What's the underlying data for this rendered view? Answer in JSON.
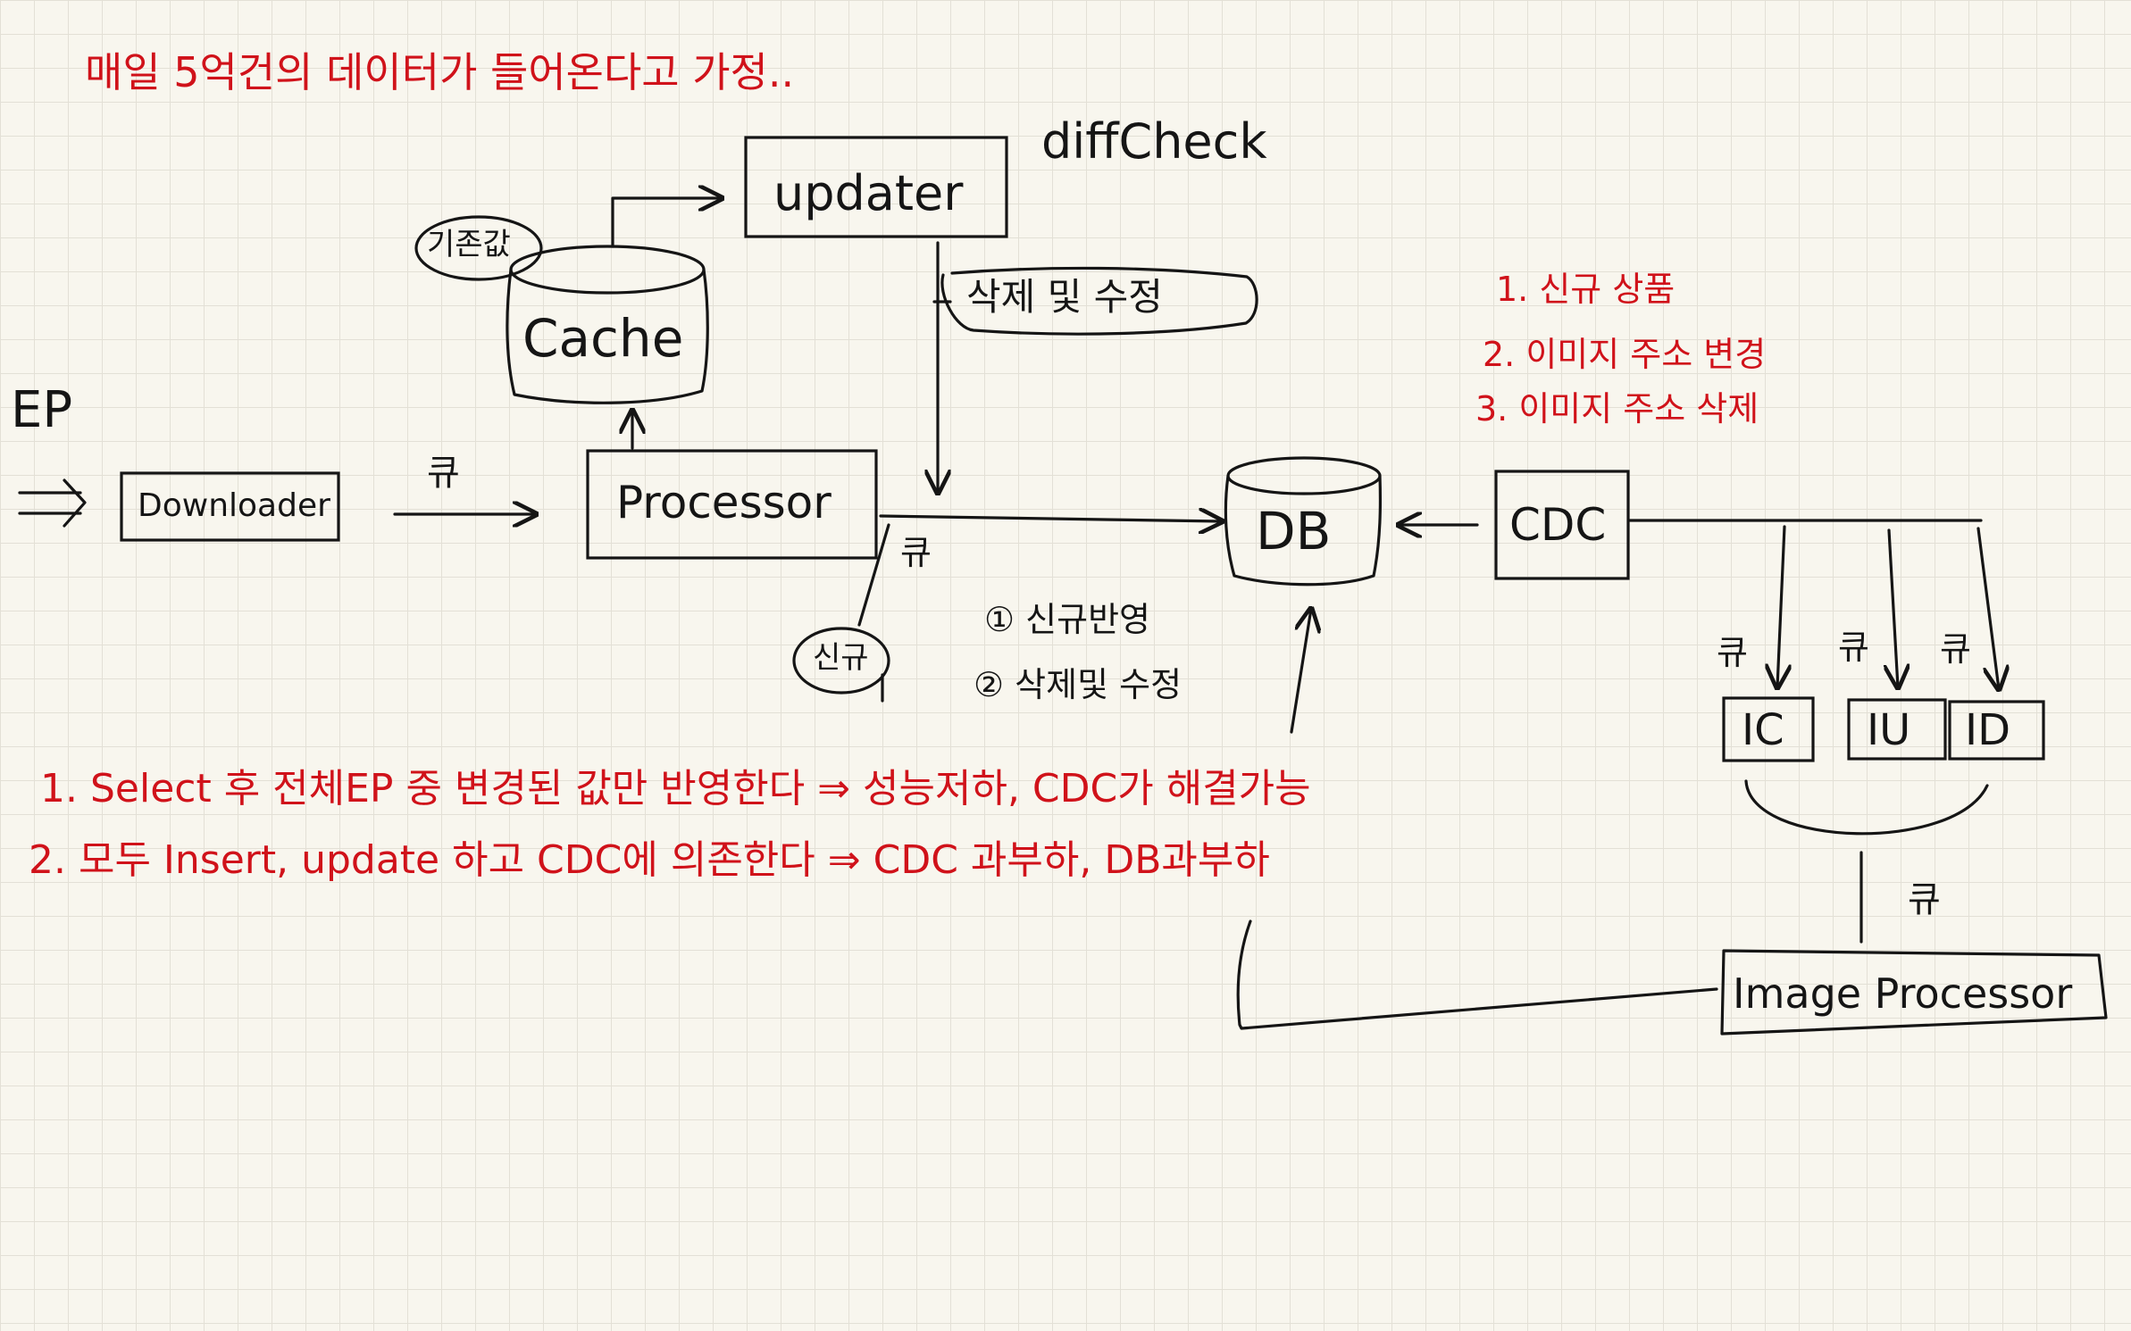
{
  "colors": {
    "ink": "#151515",
    "red": "#d0121a",
    "paper": "#f8f6ee",
    "grid": "#e3e0d6"
  },
  "header": {
    "assumption": "매일 5억건의 데이터가 들어온다고 가정.."
  },
  "nodes": {
    "ep": "EP",
    "downloader": "Downloader",
    "processor": "Processor",
    "cache": "Cache",
    "cache_note": "기존값",
    "updater": "updater",
    "diffcheck": "diffCheck",
    "db": "DB",
    "cdc": "CDC",
    "ic": "IC",
    "iu": "IU",
    "id": "ID",
    "image_processor": "Image Processor"
  },
  "edge_labels": {
    "queue_1": "큐",
    "queue_2": "큐",
    "queue_ic": "큐",
    "queue_iu": "큐",
    "queue_id": "큐",
    "queue_image": "큐",
    "new_item": "신규",
    "delete_update": "삭제 및 수정",
    "step_1": "① 신규반영",
    "step_2": "② 삭제및 수정"
  },
  "cdc_events": [
    "1. 신규 상품",
    "2. 이미지 주소 변경",
    "3. 이미지 주소 삭제"
  ],
  "options": [
    "1. Select 후 전체EP 중 변경된 값만 반영한다 ⇒ 성능저하, CDC가 해결가능",
    "2. 모두 Insert, update 하고  CDC에 의존한다 ⇒ CDC 과부하, DB과부하"
  ]
}
